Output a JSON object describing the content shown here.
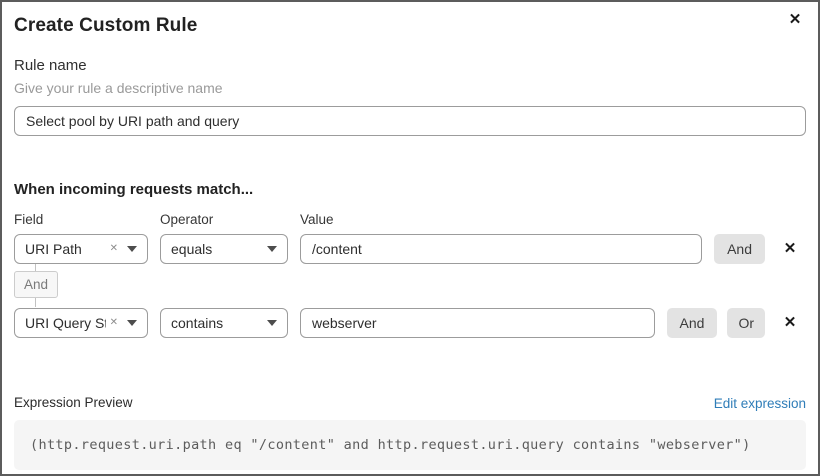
{
  "dialog": {
    "title": "Create Custom Rule"
  },
  "icons": {
    "close": "✕",
    "delete_row": "✕",
    "clear_selection": "✕"
  },
  "rule_name": {
    "label": "Rule name",
    "hint": "Give your rule a descriptive name",
    "value": "Select pool by URI path and query"
  },
  "matcher": {
    "heading": "When incoming requests match...",
    "columns": {
      "field": "Field",
      "operator": "Operator",
      "value": "Value"
    },
    "connector_label": "And",
    "rows": [
      {
        "field": "URI Path",
        "operator": "equals",
        "value": "/content",
        "buttons": [
          "And"
        ]
      },
      {
        "field": "URI Query St...",
        "operator": "contains",
        "value": "webserver",
        "buttons": [
          "And",
          "Or"
        ]
      }
    ]
  },
  "expression": {
    "label": "Expression Preview",
    "edit_link": "Edit expression",
    "code": "(http.request.uri.path eq \"/content\" and http.request.uri.query contains \"webserver\")"
  },
  "colors": {
    "link_blue": "#2f7db8",
    "button_gray": "#e3e3e3",
    "code_background": "#f5f5f5",
    "input_border": "#9c9c9c"
  }
}
